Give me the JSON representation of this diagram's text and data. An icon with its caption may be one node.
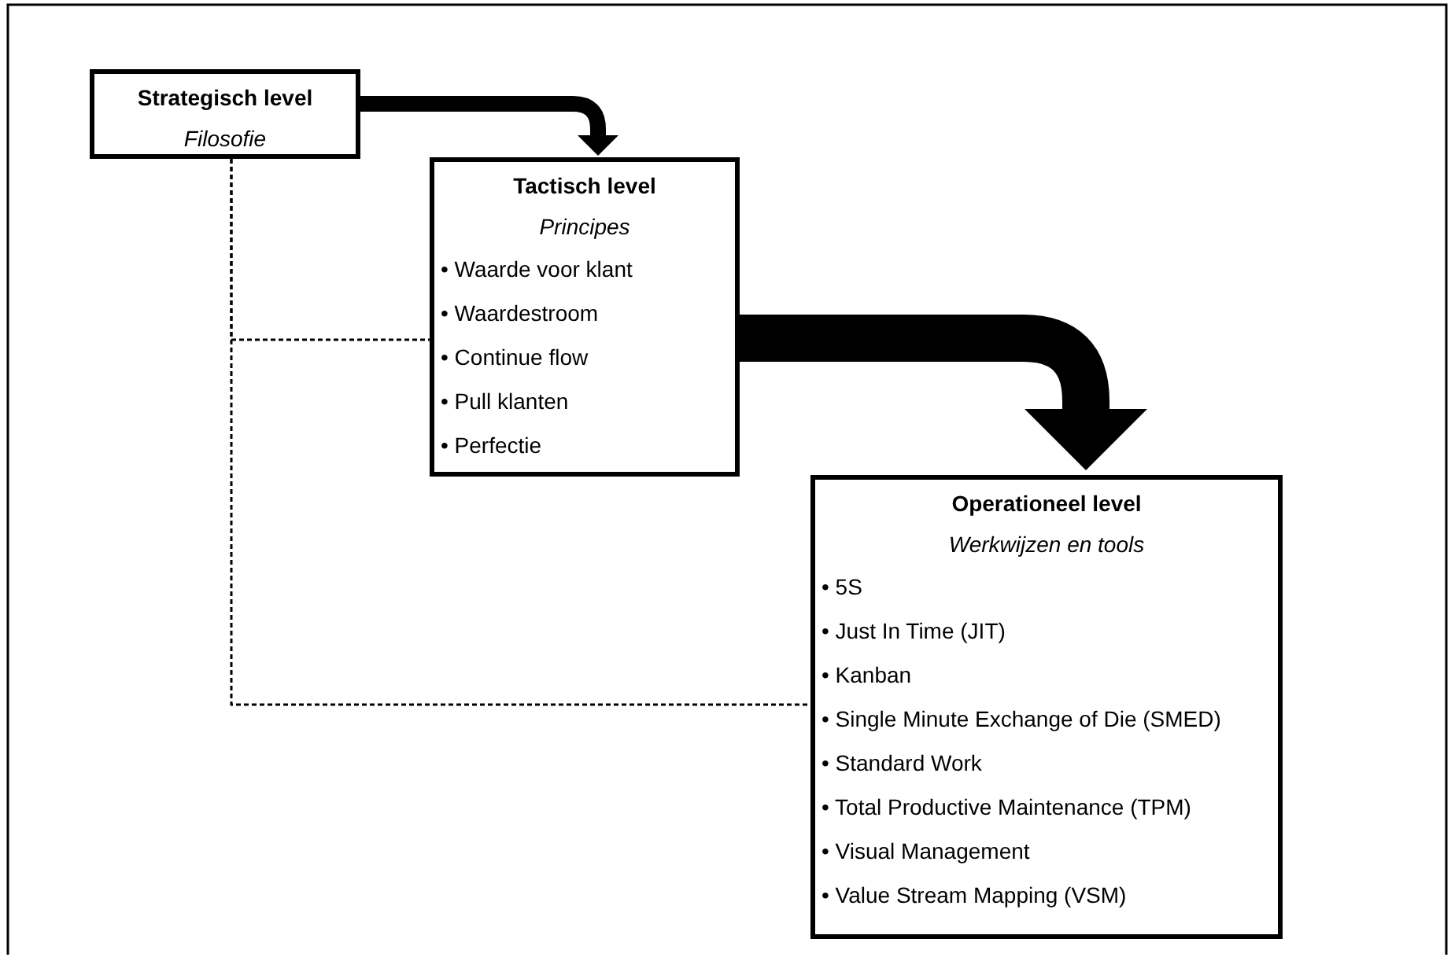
{
  "diagram": {
    "nodes": [
      {
        "text": [
          "Strategisch level",
          "Filosofie"
        ]
      },
      {
        "text": [
          "Tactisch level",
          "Principes",
          "• Waarde voor klant",
          "• Waardestroom",
          "• Continue flow",
          "• Pull klanten",
          "• Perfectie"
        ]
      },
      {
        "text": [
          "Operationeel level",
          "Werkwijzen en tools",
          "• 5S",
          "• Just In Time (JIT)",
          "• Kanban",
          "• Single Minute Exchange of Die (SMED)",
          "• Standard Work",
          "• Total Productive Maintenance (TPM)",
          "• Visual Management",
          "• Value Stream Mapping (VSM)"
        ]
      }
    ],
    "edges": [
      {
        "from": 0,
        "to": 1,
        "arrow": "to",
        "style": "thick"
      },
      {
        "from": 1,
        "to": 2,
        "arrow": "to",
        "style": "thick"
      },
      {
        "from": 0,
        "to": 1,
        "arrow": "none",
        "style": "dashed"
      },
      {
        "from": 0,
        "to": 2,
        "arrow": "none",
        "style": "dashed"
      }
    ]
  }
}
